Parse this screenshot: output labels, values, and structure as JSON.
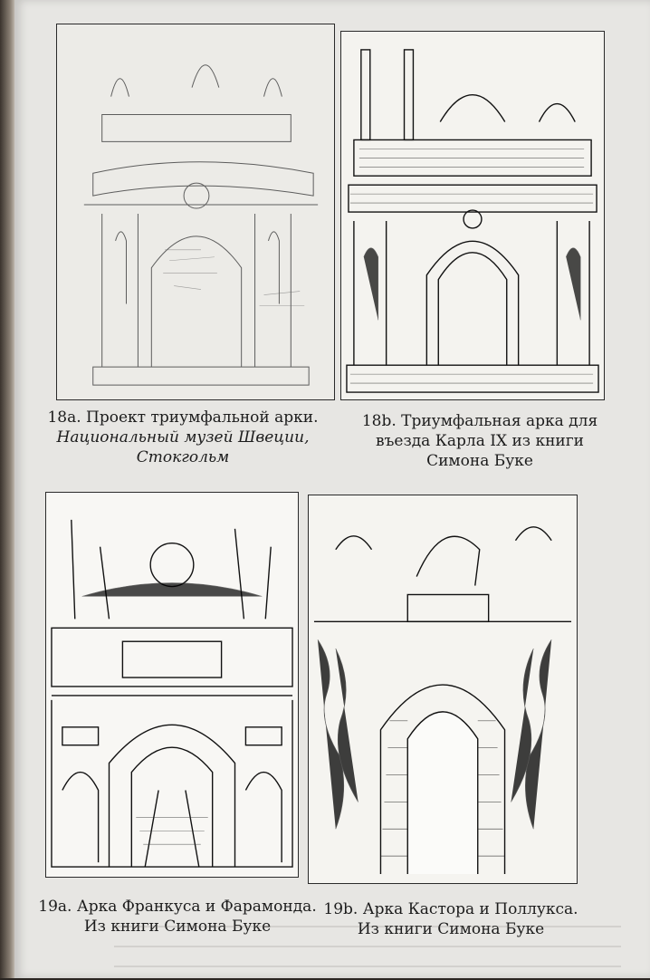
{
  "figures": [
    {
      "id": "18a",
      "caption_line1": "18а. Проект триумфальной арки.",
      "caption_line2": "Национальный музей Швеции,",
      "caption_line3": "Стокгольм",
      "style": "ink sketch"
    },
    {
      "id": "18b",
      "caption_line1": "18b. Триумфальная арка для",
      "caption_line2": "въезда Карла IX из книги",
      "caption_line3": "Симона Буке",
      "style": "engraving"
    },
    {
      "id": "19a",
      "caption_line1": "19а. Арка Франкуса и Фарамонда.",
      "caption_line2": "Из книги Симона Буке",
      "style": "engraving"
    },
    {
      "id": "19b",
      "caption_line1": "19b. Арка Кастора и Поллукса.",
      "caption_line2": "Из книги Симона Буке",
      "style": "engraving"
    }
  ],
  "colors": {
    "paper": "#e7e6e3",
    "ink": "#1c1c1c",
    "plate": "#f7f6f3"
  }
}
